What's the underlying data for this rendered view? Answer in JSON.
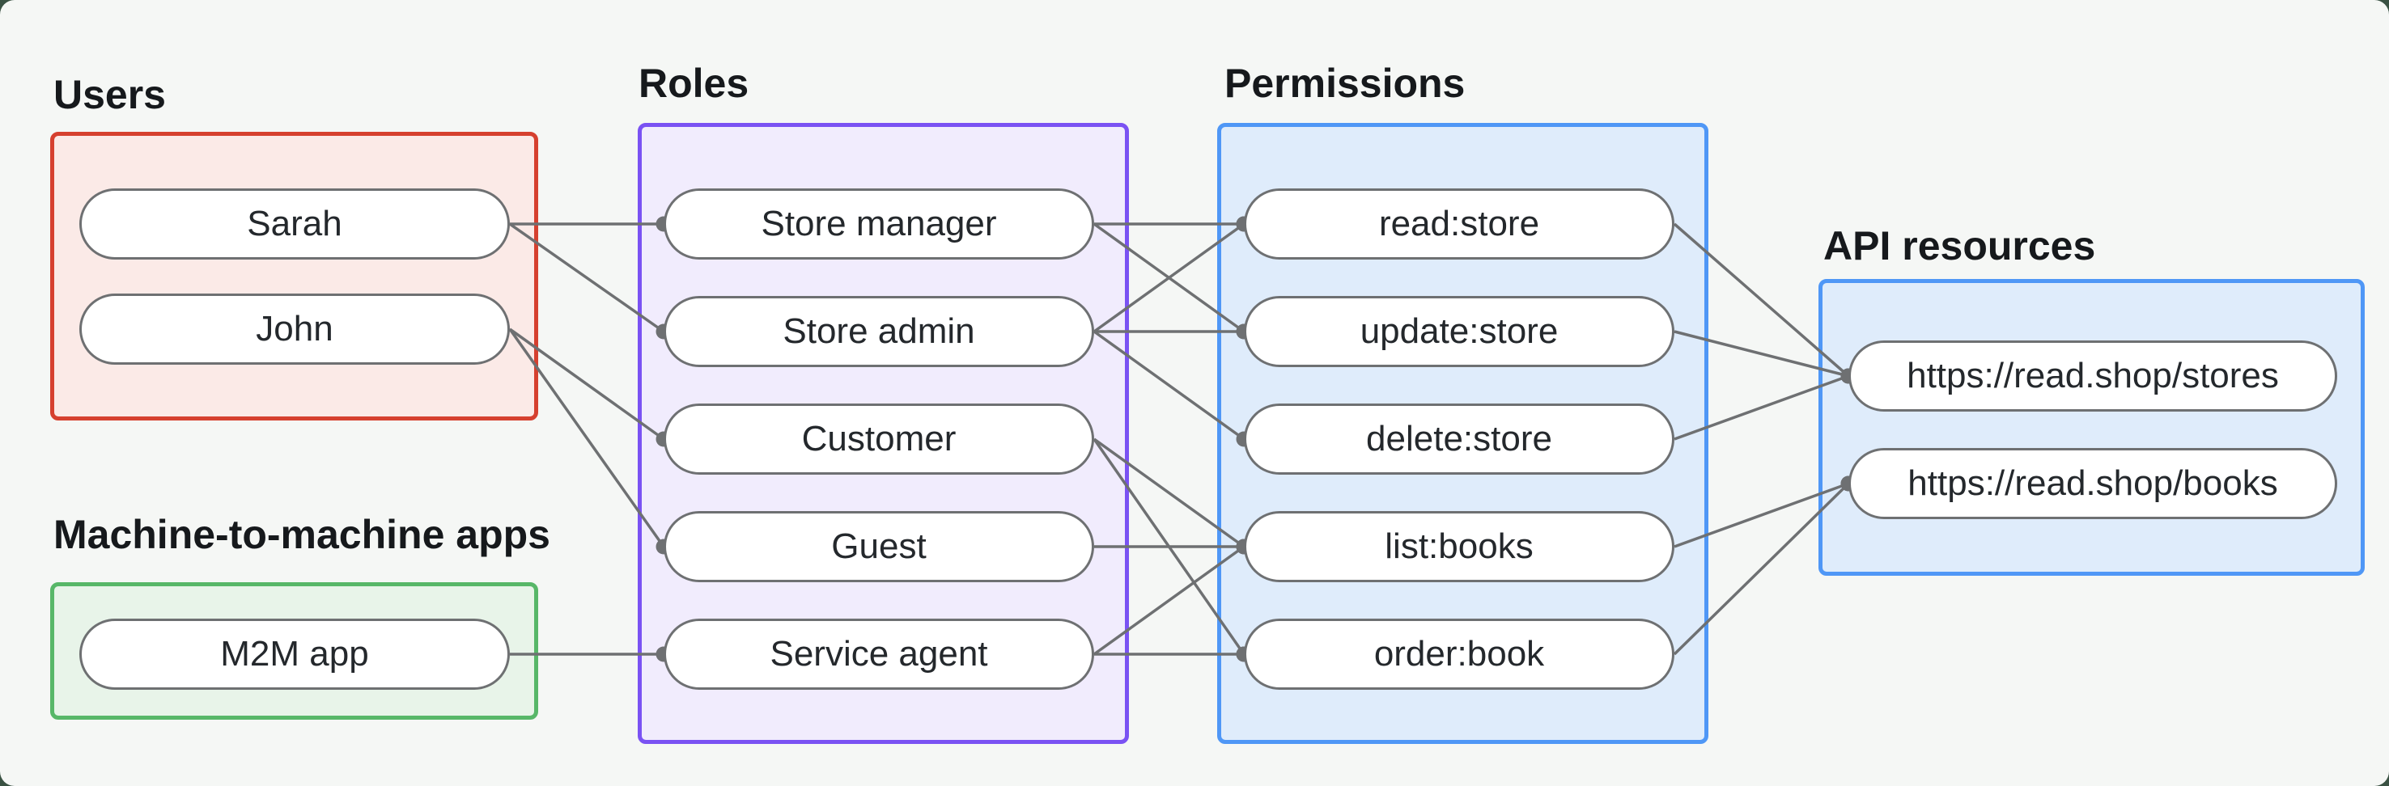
{
  "canvas": {
    "outer_background": "#3a5243",
    "panel_background": "#f5f7f5"
  },
  "style": {
    "line_color": "#6e7072",
    "dot_color": "#6e7072",
    "pill_border_color": "#6e7072",
    "pill_fill": "#ffffff",
    "label_color": "#16191c",
    "pill_text_color": "#24282c"
  },
  "groups": [
    {
      "id": "users",
      "label": "Users",
      "accent": "#d6402f",
      "fill": "#fbeae7",
      "items": [
        {
          "id": "sarah",
          "label": "Sarah"
        },
        {
          "id": "john",
          "label": "John"
        }
      ]
    },
    {
      "id": "m2m",
      "label": "Machine-to-machine apps",
      "accent": "#57b768",
      "fill": "#e8f4e9",
      "items": [
        {
          "id": "m2m-app",
          "label": "M2M app"
        }
      ]
    },
    {
      "id": "roles",
      "label": "Roles",
      "accent": "#7a52f3",
      "fill": "#f1ecfd",
      "items": [
        {
          "id": "store-manager",
          "label": "Store manager"
        },
        {
          "id": "store-admin",
          "label": "Store admin"
        },
        {
          "id": "customer",
          "label": "Customer"
        },
        {
          "id": "guest",
          "label": "Guest"
        },
        {
          "id": "service-agent",
          "label": "Service agent"
        }
      ]
    },
    {
      "id": "permissions",
      "label": "Permissions",
      "accent": "#4f97f6",
      "fill": "#dfecfb",
      "items": [
        {
          "id": "read-store",
          "label": "read:store"
        },
        {
          "id": "update-store",
          "label": "update:store"
        },
        {
          "id": "delete-store",
          "label": "delete:store"
        },
        {
          "id": "list-books",
          "label": "list:books"
        },
        {
          "id": "order-book",
          "label": "order:book"
        }
      ]
    },
    {
      "id": "api",
      "label": "API resources",
      "accent": "#4f97f6",
      "fill": "#dfecfb",
      "items": [
        {
          "id": "stores",
          "label": "https://read.shop/stores"
        },
        {
          "id": "books",
          "label": "https://read.shop/books"
        }
      ]
    }
  ],
  "edges": [
    {
      "from": "sarah",
      "to": "store-manager"
    },
    {
      "from": "sarah",
      "to": "store-admin"
    },
    {
      "from": "john",
      "to": "customer"
    },
    {
      "from": "john",
      "to": "guest"
    },
    {
      "from": "m2m-app",
      "to": "service-agent"
    },
    {
      "from": "store-manager",
      "to": "read-store"
    },
    {
      "from": "store-manager",
      "to": "update-store"
    },
    {
      "from": "store-admin",
      "to": "read-store"
    },
    {
      "from": "store-admin",
      "to": "update-store"
    },
    {
      "from": "store-admin",
      "to": "delete-store"
    },
    {
      "from": "customer",
      "to": "list-books"
    },
    {
      "from": "customer",
      "to": "order-book"
    },
    {
      "from": "guest",
      "to": "list-books"
    },
    {
      "from": "service-agent",
      "to": "list-books"
    },
    {
      "from": "service-agent",
      "to": "order-book"
    },
    {
      "from": "read-store",
      "to": "stores"
    },
    {
      "from": "update-store",
      "to": "stores"
    },
    {
      "from": "delete-store",
      "to": "stores"
    },
    {
      "from": "list-books",
      "to": "books"
    },
    {
      "from": "order-book",
      "to": "books"
    }
  ]
}
